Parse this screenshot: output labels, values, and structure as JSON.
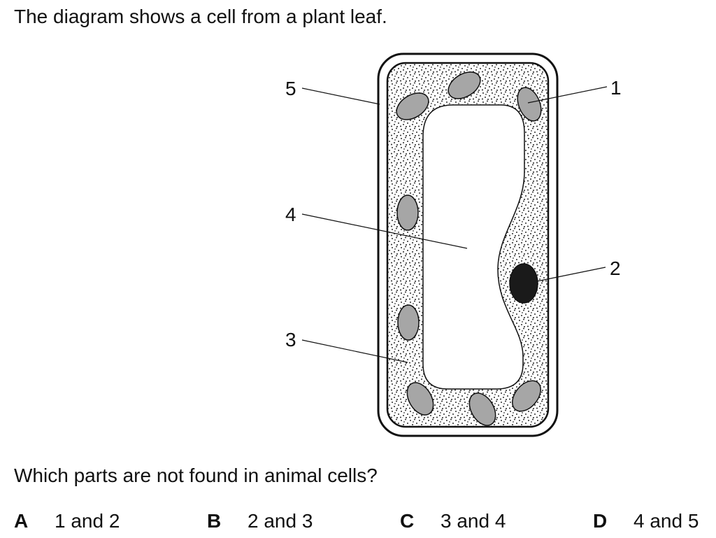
{
  "intro_text": "The diagram shows a cell from a plant leaf.",
  "diagram": {
    "labels": [
      "1",
      "2",
      "3",
      "4",
      "5"
    ],
    "colors": {
      "outline": "#111111",
      "chloroplast": "#a6a6a6",
      "nucleus": "#1a1a1a",
      "cytoplasm_dots": "#333333",
      "background": "#ffffff"
    }
  },
  "question": "Which parts are not found in animal cells?",
  "options": [
    {
      "letter": "A",
      "text": "1 and 2"
    },
    {
      "letter": "B",
      "text": "2 and 3"
    },
    {
      "letter": "C",
      "text": "3 and 4"
    },
    {
      "letter": "D",
      "text": "4 and 5"
    }
  ]
}
